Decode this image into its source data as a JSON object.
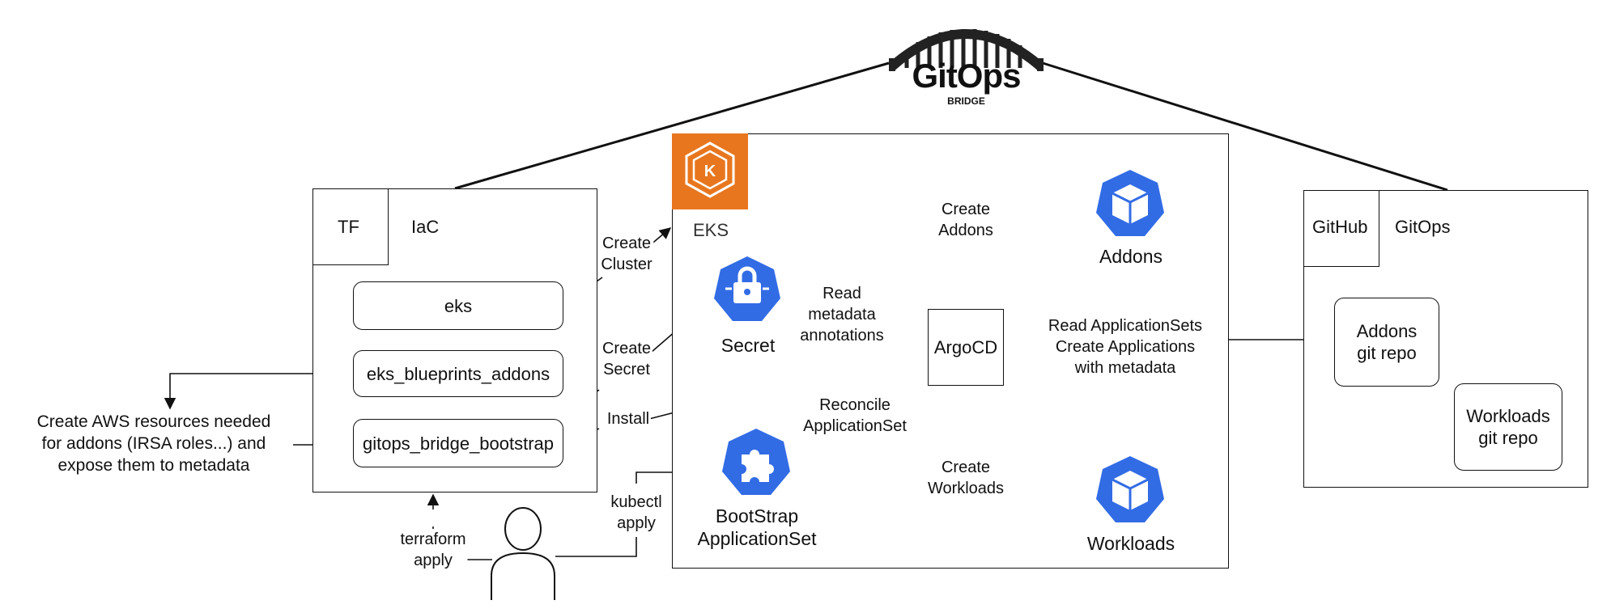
{
  "logo": {
    "title": "GitOps",
    "subtitle": "BRIDGE"
  },
  "iac": {
    "tag": "TF",
    "title": "IaC",
    "modules": [
      "eks",
      "eks_blueprints_addons",
      "gitops_bridge_bootstrap"
    ]
  },
  "eks": {
    "title": "EKS",
    "icon_letter": "K",
    "secret_label": "Secret",
    "bootstrap_label": [
      "BootStrap",
      "ApplicationSet"
    ],
    "argocd_label": "ArgoCD",
    "addons_label": "Addons",
    "workloads_label": "Workloads"
  },
  "gitops": {
    "tag": "GitHub",
    "title": "GitOps",
    "repos": [
      [
        "Addons",
        "git repo"
      ],
      [
        "Workloads",
        "git repo"
      ]
    ]
  },
  "edge_labels": {
    "create_cluster": [
      "Create",
      "Cluster"
    ],
    "create_secret": [
      "Create",
      "Secret"
    ],
    "install": "Install",
    "kubectl_apply": [
      "kubectl",
      "apply"
    ],
    "terraform_apply": [
      "terraform",
      "apply"
    ],
    "read_metadata": [
      "Read",
      "metadata",
      "annotations"
    ],
    "reconcile": [
      "Reconcile",
      "ApplicationSet"
    ],
    "create_addons": [
      "Create",
      "Addons"
    ],
    "create_workloads": [
      "Create",
      "Workloads"
    ],
    "read_appsets": [
      "Read ApplicationSets",
      "Create Applications",
      "with metadata"
    ]
  },
  "aws_note": [
    "Create AWS resources needed",
    "for addons (IRSA roles...) and",
    "expose them to metadata"
  ],
  "colors": {
    "eks_orange": "#e8761e",
    "k8s_blue": "#326ce5",
    "line": "#111111"
  }
}
